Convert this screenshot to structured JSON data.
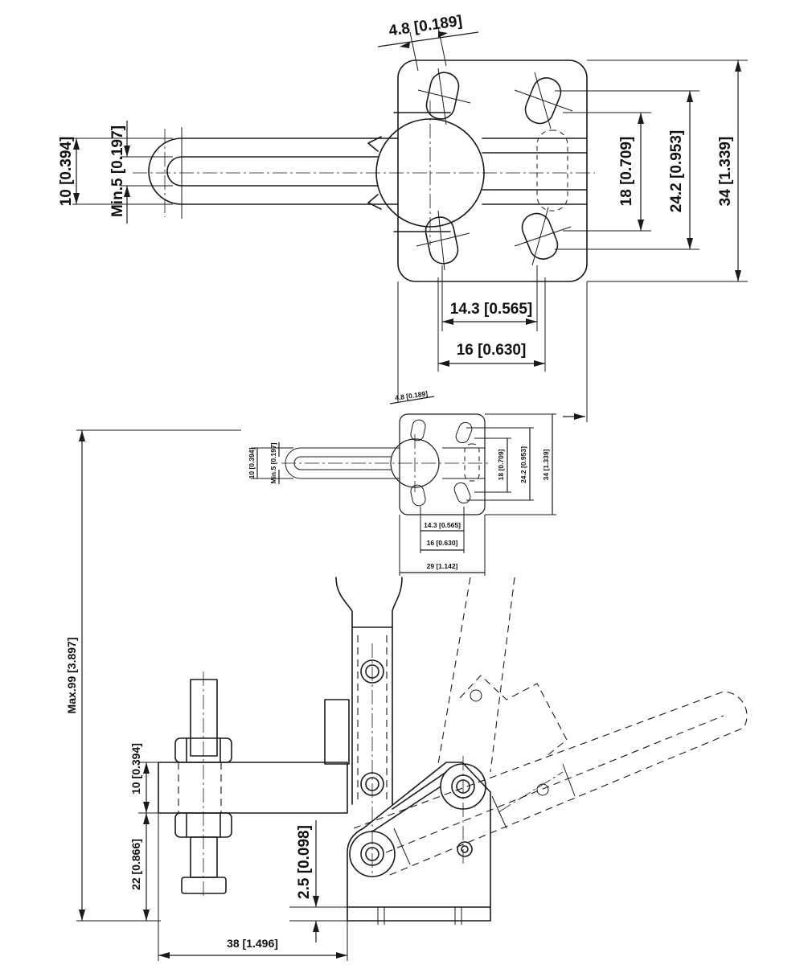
{
  "colors": {
    "ink": "#1a1a1a",
    "paper": "#ffffff"
  },
  "top_view": {
    "slot_width": "4.8 [0.189]",
    "bar_width": "10 [0.394]",
    "slot_min": "Min.5 [0.197]",
    "hole_pitch_small": "18 [0.709]",
    "hole_pitch_large": "24.2 [0.953]",
    "base_height": "34 [1.339]",
    "hole_spacing_inner": "14.3 [0.565]",
    "hole_spacing_outer": "16 [0.630]"
  },
  "inset_view": {
    "slot_width": "4.8 [0.189]",
    "bar_width": "10 [0.394]",
    "slot_min": "Min.5 [0.197]",
    "hole_pitch_small": "18 [0.709]",
    "hole_pitch_large": "24.2 [0.953]",
    "base_height": "34 [1.339]",
    "hole_spacing_inner": "14.3 [0.565]",
    "hole_spacing_outer": "16 [0.630]",
    "base_width": "29 [1.142]"
  },
  "side_view": {
    "max_height": "Max.99 [3.897]",
    "arm_thickness": "10 [0.394]",
    "arm_height": "22 [0.866]",
    "offset": "2.5 [0.098]",
    "reach": "38 [1.496]"
  }
}
